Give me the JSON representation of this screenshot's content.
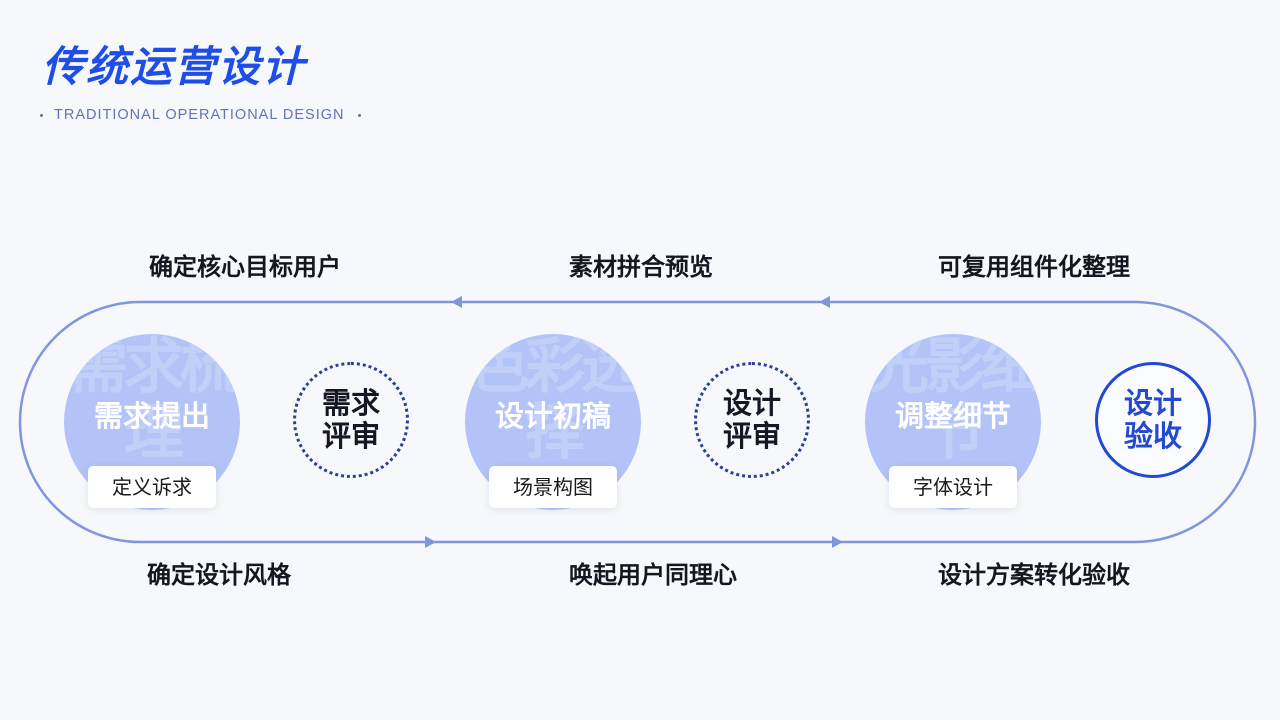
{
  "header": {
    "title": "传统运营设计",
    "subtitle": "TRADITIONAL OPERATIONAL DESIGN"
  },
  "top_labels": [
    "确定核心目标用户",
    "素材拼合预览",
    "可复用组件化整理"
  ],
  "bottom_labels": [
    "确定设计风格",
    "唤起用户同理心",
    "设计方案转化验收"
  ],
  "phases": [
    {
      "title": "需求提出",
      "bg": "需求梳理",
      "tag": "定义诉求"
    },
    {
      "title": "设计初稿",
      "bg": "色彩选择",
      "tag": "场景构图"
    },
    {
      "title": "调整细节",
      "bg": "光影细节",
      "tag": "字体设计"
    }
  ],
  "reviews": [
    {
      "line1": "需求",
      "line2": "评审"
    },
    {
      "line1": "设计",
      "line2": "评审"
    },
    {
      "line1": "设计",
      "line2": "验收"
    }
  ],
  "colors": {
    "title": "#1f4de8",
    "track": "#7f95dc",
    "phase_fill": "#b3c3f7",
    "review_border": "#2b3f94",
    "final_accent": "#2348d1"
  }
}
